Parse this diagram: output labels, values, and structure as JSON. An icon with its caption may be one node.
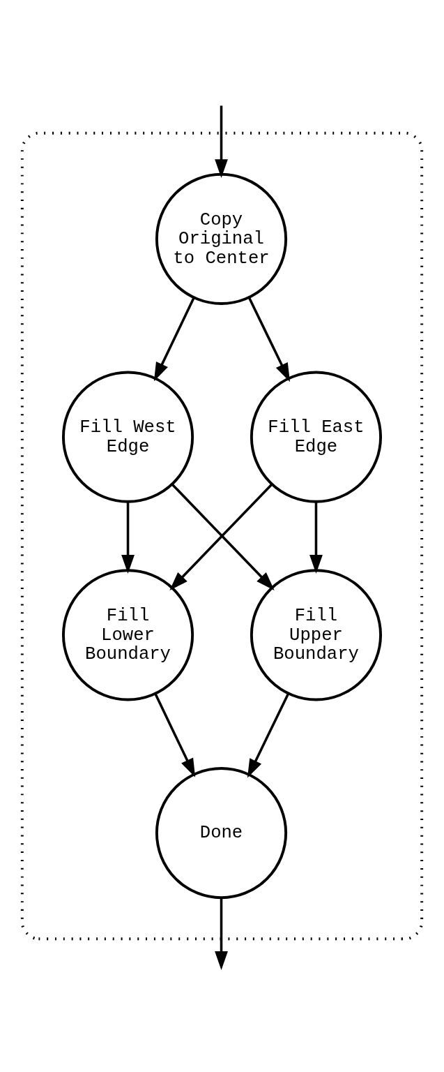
{
  "diagram": {
    "nodes": [
      {
        "text": [],
        "shape": "cloud"
      },
      {
        "text": [
          "Copy Original to Center"
        ],
        "in": 0
      },
      {
        "text": [
          "Fill West Edge"
        ],
        "in": 0
      },
      {
        "text": [
          "Fill East Edge"
        ],
        "in": 0
      },
      {
        "text": [
          "Fill Lower Boundary"
        ],
        "in": 0
      },
      {
        "text": [
          "Fill Upper Boundary"
        ],
        "in": 0
      },
      {
        "text": [
          "Done"
        ],
        "in": 0
      }
    ],
    "edges": [
      {
        "from": null,
        "to": 1,
        "arrow": "to"
      },
      {
        "from": 1,
        "to": 2,
        "arrow": "to"
      },
      {
        "from": 1,
        "to": 3,
        "arrow": "to"
      },
      {
        "from": 2,
        "to": 4,
        "arrow": "to"
      },
      {
        "from": 2,
        "to": 5,
        "arrow": "to"
      },
      {
        "from": 3,
        "to": 4,
        "arrow": "to"
      },
      {
        "from": 3,
        "to": 5,
        "arrow": "to"
      },
      {
        "from": 4,
        "to": 6,
        "arrow": "to"
      },
      {
        "from": 5,
        "to": 6,
        "arrow": "to"
      },
      {
        "from": 6,
        "to": null,
        "arrow": "to"
      }
    ]
  }
}
